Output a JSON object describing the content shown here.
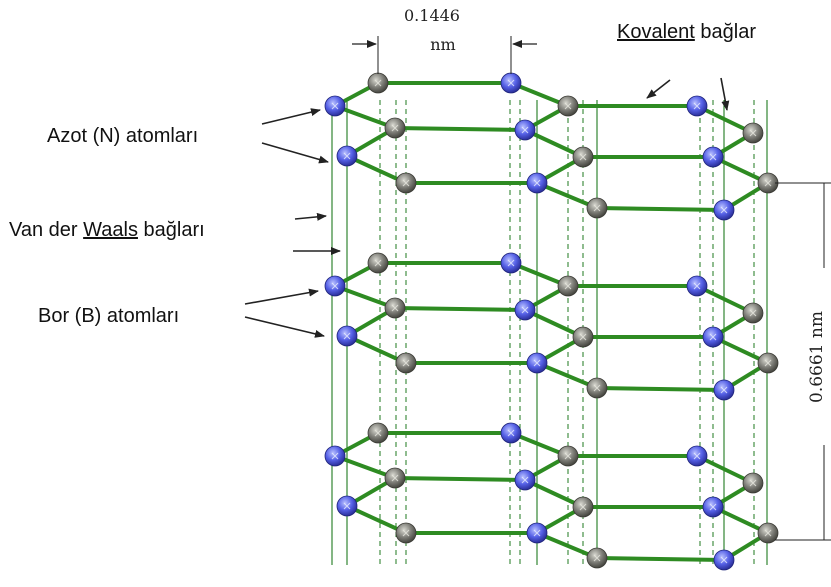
{
  "labels": {
    "nitrogen": "Azot (N) atomları",
    "vdw": [
      "Van der ",
      "Waals",
      " bağları"
    ],
    "boron": "Bor (B) atomları",
    "covalent": [
      "Kovalent",
      " bağlar"
    ],
    "dim_top_value": "0.1446",
    "dim_top_unit": "nm",
    "dim_right": "0.6661 nm"
  },
  "colors": {
    "bond": "#2e8b22",
    "nitrogen": "#4a55e0",
    "boron": "#7a7a72",
    "interlayer": "#1f7a1f",
    "arrow": "#222222"
  }
}
